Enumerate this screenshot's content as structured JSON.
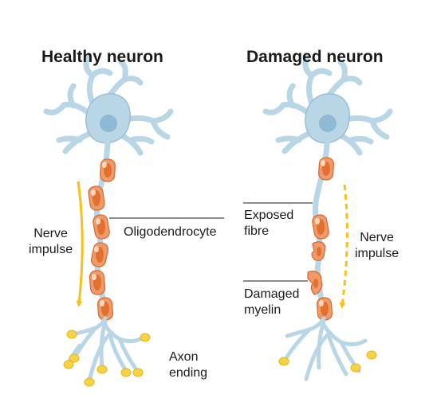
{
  "titles": {
    "healthy": "Healthy neuron",
    "damaged": "Damaged neuron"
  },
  "labels": {
    "nerve_impulse_left": [
      "Nerve",
      "impulse"
    ],
    "oligodendrocyte": "Oligodendrocyte",
    "axon_ending": [
      "Axon",
      "ending"
    ],
    "exposed_fibre": [
      "Exposed",
      "fibre"
    ],
    "damaged_myelin": [
      "Damaged",
      "myelin"
    ],
    "nerve_impulse_right": [
      "Nerve",
      "impulse"
    ]
  },
  "colors": {
    "cell_body": "#b9d6e6",
    "cell_outline": "#98bfd6",
    "nucleus": "#8fbad6",
    "myelin": "#ef9a6a",
    "myelin_core": "#e2702e",
    "myelin_outline": "#d5692d",
    "myelin_highlight": "#fbe0c8",
    "impulse_arrow": "#f5c21b",
    "terminal_fill": "#f6d24a",
    "terminal_outline": "#e7b713",
    "leader_line": "#1a1a1a"
  }
}
